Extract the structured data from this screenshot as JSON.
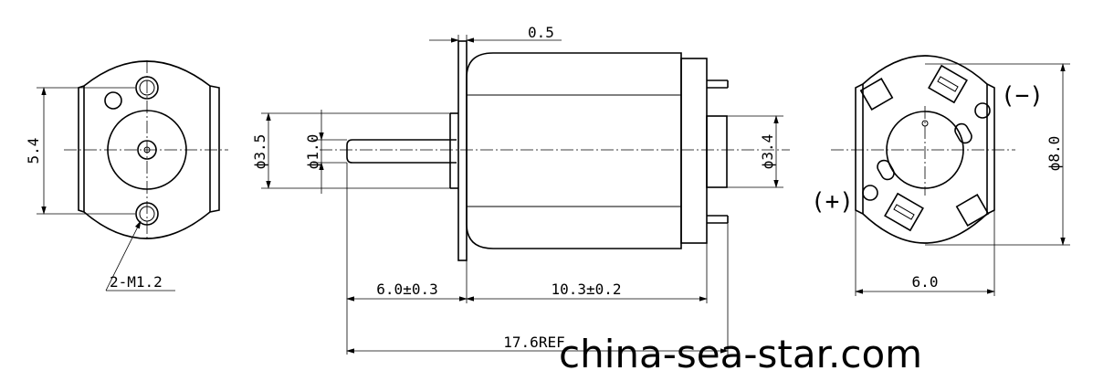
{
  "dimensions": {
    "gap": "0.5",
    "height_left": "5.4",
    "holes": "2-M1.2",
    "shaft_boss_dia": "ϕ3.5",
    "shaft_dia": "ϕ1.0",
    "shaft_length": "6.0±0.3",
    "body_length": "10.3±0.2",
    "overall_length": "17.6REF",
    "rear_boss_dia": "ϕ3.4",
    "body_dia": "ϕ8.0",
    "width_right": "6.0"
  },
  "terminals": {
    "negative": "(−)",
    "positive": "(+)"
  },
  "watermark": "china-sea-star.com"
}
